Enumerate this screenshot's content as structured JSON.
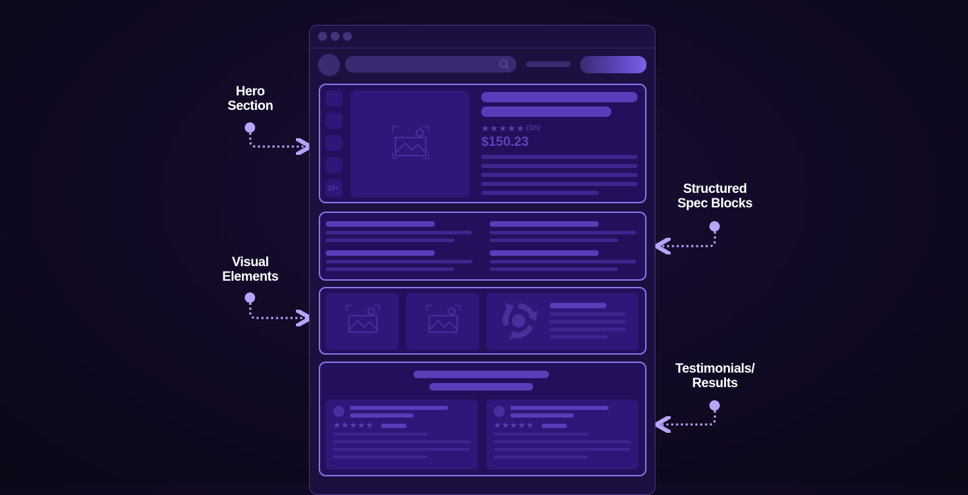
{
  "annotations": {
    "hero": {
      "line1": "Hero",
      "line2": "Section"
    },
    "spec": {
      "line1": "Structured",
      "line2": "Spec Blocks"
    },
    "visual": {
      "line1": "Visual",
      "line2": "Elements"
    },
    "testimonials": {
      "line1": "Testimonials/",
      "line2": "Results"
    }
  },
  "hero": {
    "stars": "★★★★★",
    "rating_note": "(5/5)",
    "price": "$150.23",
    "thumb_count": "13+"
  },
  "testimonials": {
    "card1_stars": "★★★★★",
    "card2_stars": "★★★★★"
  },
  "icons": {
    "image_placeholder": "image-placeholder-icon",
    "cycle": "cycle-arrows-icon",
    "search": "search-icon"
  },
  "colors": {
    "accent": "#8b74ec",
    "dot": "#b9a4ff",
    "section_fill": "#240f5c"
  }
}
